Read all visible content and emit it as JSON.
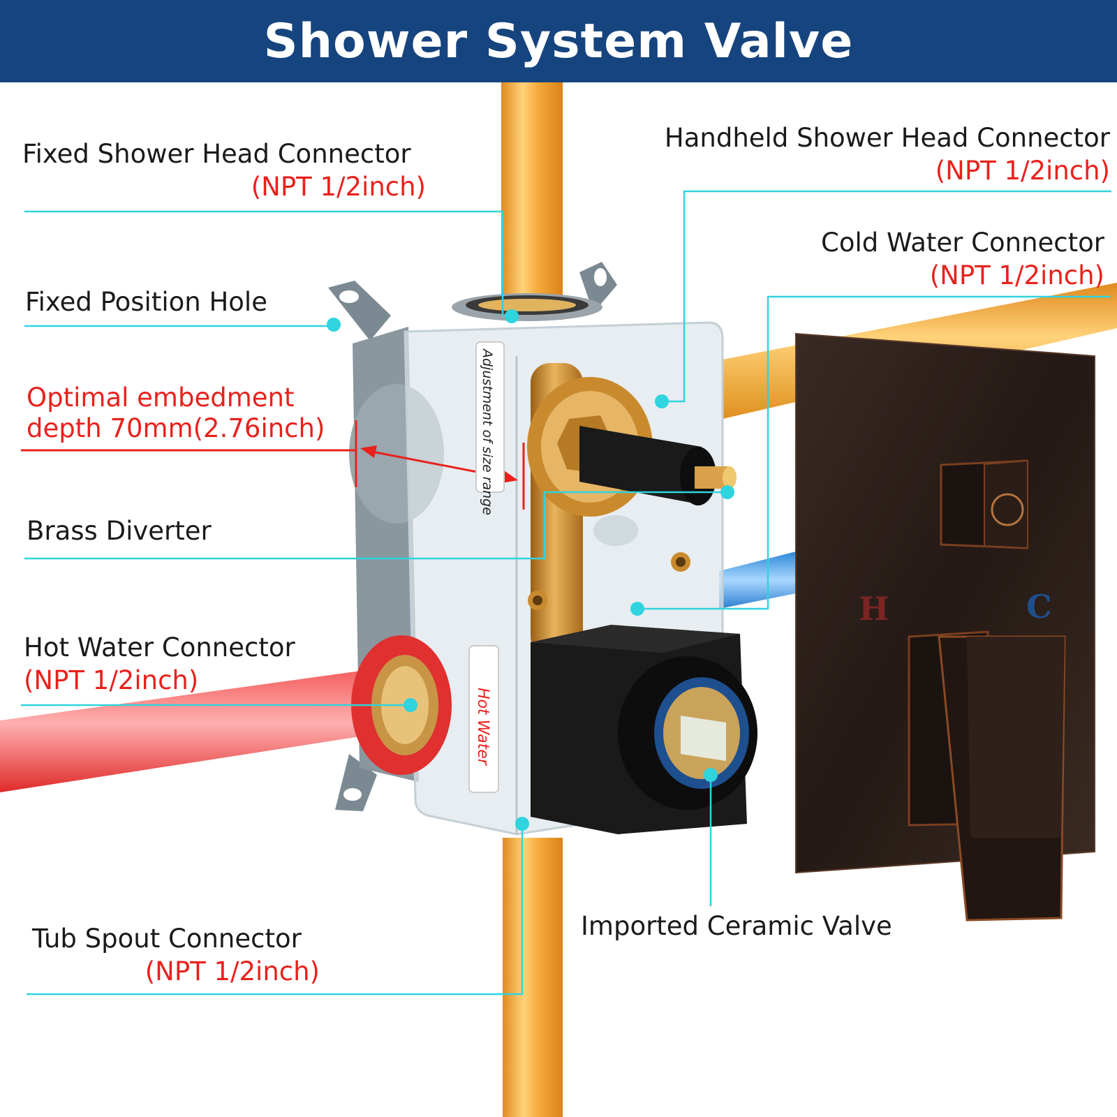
{
  "title": "Shower System Valve",
  "callouts": {
    "fixed_head": {
      "name": "Fixed Shower Head Connector",
      "spec": "(NPT 1/2inch)"
    },
    "handheld_head": {
      "name": "Handheld Shower Head Connector",
      "spec": "(NPT 1/2inch)"
    },
    "cold_water": {
      "name": "Cold Water Connector",
      "spec": "(NPT 1/2inch)"
    },
    "fixed_hole": {
      "name": "Fixed Position Hole"
    },
    "embed_depth": {
      "line1": "Optimal embedment",
      "line2": "depth 70mm(2.76inch)"
    },
    "diverter": {
      "name": "Brass Diverter"
    },
    "hot_water": {
      "name": "Hot Water Connector",
      "spec": "(NPT 1/2inch)"
    },
    "tub_spout": {
      "name": "Tub Spout Connector",
      "spec": "(NPT 1/2inch)"
    },
    "ceramic": {
      "name": "Imported Ceramic Valve"
    }
  },
  "box_labels": {
    "sticker": "Adjustment of size range",
    "hot_sticker": "Hot Water"
  },
  "plate_marks": {
    "hot": "H",
    "cold": "C"
  },
  "colors": {
    "banner": "#16447e",
    "leader": "#2fd4de",
    "spec": "#e8211c",
    "hot_pipe": "#ea3b3b",
    "cold_pipe": "#4aa3e0",
    "supply_pipe": "#f0a23a",
    "trim_plate": "#2a1e1a",
    "brass": "#c98a2e"
  }
}
